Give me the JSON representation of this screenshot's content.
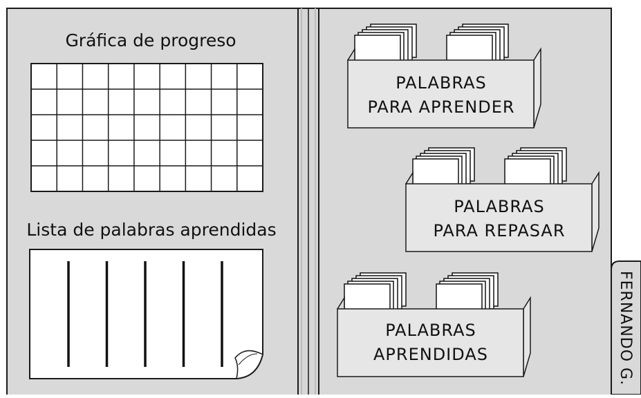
{
  "folder": {
    "colors": {
      "panel": "#d9d9d9",
      "outline": "#1a1a1a",
      "paper": "#ffffff"
    }
  },
  "left_panel": {
    "progress_chart": {
      "title": "Gráfica de progreso",
      "rows": 5,
      "columns": 9
    },
    "word_list": {
      "title": "Lista de palabras aprendidas",
      "columns": 5
    }
  },
  "right_panel": {
    "boxes": [
      {
        "line1": "PALABRAS",
        "line2": "PARA APRENDER"
      },
      {
        "line1": "PALABRAS",
        "line2": "PARA REPASAR"
      },
      {
        "line1": "PALABRAS",
        "line2": "APRENDIDAS"
      }
    ]
  },
  "tab": {
    "label": "FERNANDO G."
  }
}
